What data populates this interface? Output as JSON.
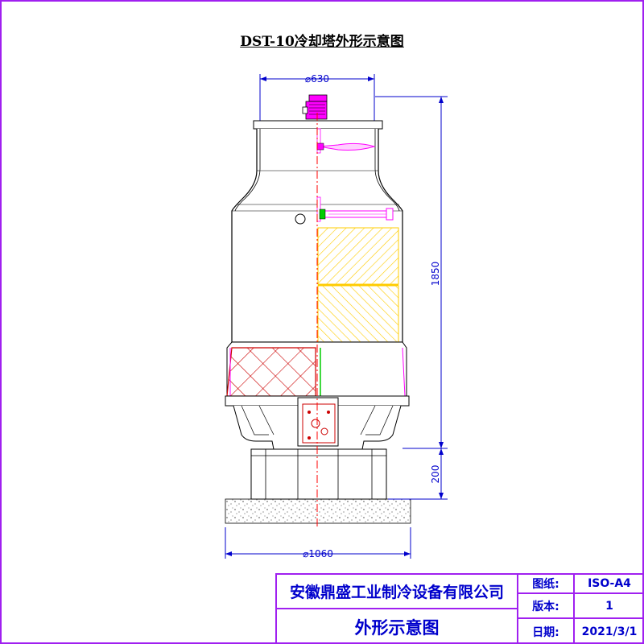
{
  "title": "DST-10冷却塔外形示意图",
  "dimensions": {
    "top_diameter": "⌀630",
    "bottom_diameter": "⌀1060",
    "height": "1850",
    "base_height": "200"
  },
  "title_block": {
    "company": "安徽鼎盛工业制冷设备有限公司",
    "drawing_name": "外形示意图",
    "drawing_no_label": "图纸:",
    "drawing_no_value": "ISO-A4",
    "version_label": "版本:",
    "version_value": "1",
    "date_label": "日期:",
    "date_value": "2021/3/1"
  },
  "colors": {
    "border": "#a020f0",
    "dimension": "#0000cc",
    "outline": "#000000",
    "motor": "#ff00ff",
    "fill_media": "#ffcc00",
    "inlet_grid": "#cc0000",
    "centerline": "#ff0000"
  },
  "icons": [
    "motor-icon",
    "fan-blade-icon",
    "sprinkler-icon",
    "fill-media-icon",
    "inlet-grille-icon",
    "pipe-flange-icon",
    "ground-icon"
  ]
}
